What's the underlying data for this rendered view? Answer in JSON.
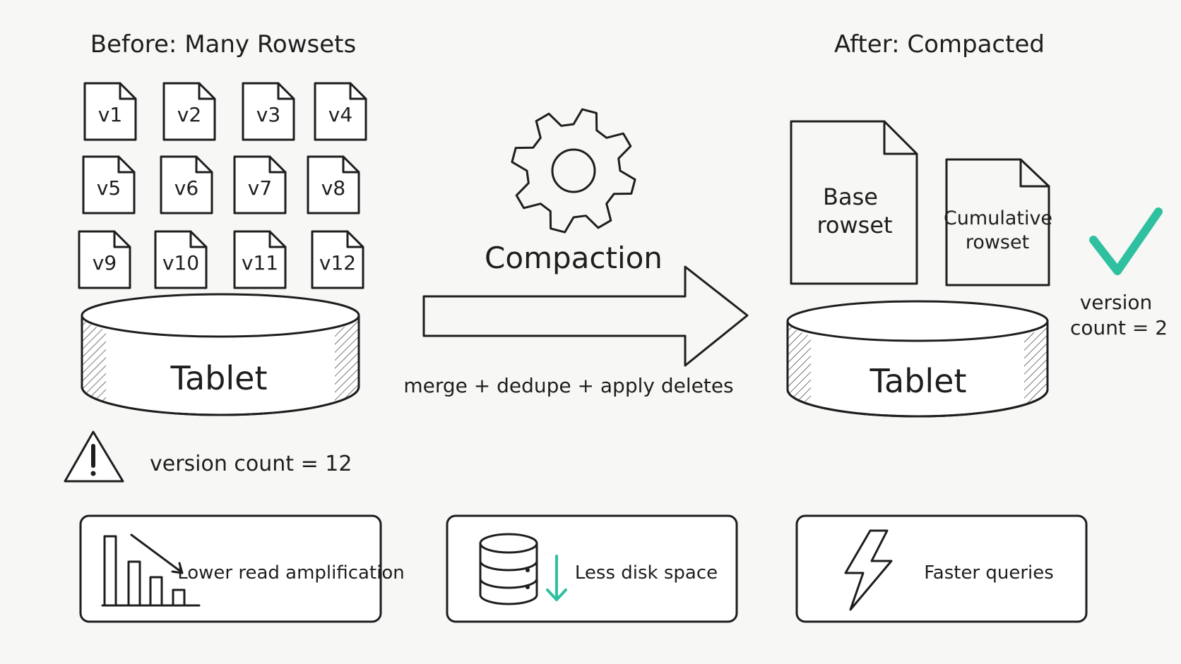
{
  "before": {
    "title": "Before: Many Rowsets",
    "rowsets": [
      "v1",
      "v2",
      "v3",
      "v4",
      "v5",
      "v6",
      "v7",
      "v8",
      "v9",
      "v10",
      "v11",
      "v12"
    ],
    "tablet_label": "Tablet",
    "warning_icon": "warning-triangle-icon",
    "version_text": "version count = 12"
  },
  "middle": {
    "gear_icon": "gear-icon",
    "title": "Compaction",
    "caption": "merge + dedupe + apply deletes"
  },
  "after": {
    "title": "After: Compacted",
    "base_line1": "Base",
    "base_line2": "rowset",
    "cumulative_line1": "Cumulative",
    "cumulative_line2": "rowset",
    "tablet_label": "Tablet",
    "check_icon": "checkmark-icon",
    "version_line1": "version",
    "version_line2": "count = 2"
  },
  "benefits": [
    {
      "icon": "bar-chart-down-icon",
      "label": "Lower read amplification"
    },
    {
      "icon": "database-down-icon",
      "label": "Less disk space"
    },
    {
      "icon": "lightning-icon",
      "label": "Faster queries"
    }
  ],
  "colors": {
    "accent": "#2fc0a0",
    "accent_light": "#b9eadf",
    "ink": "#1e1e1e",
    "background": "#f7f7f5"
  }
}
